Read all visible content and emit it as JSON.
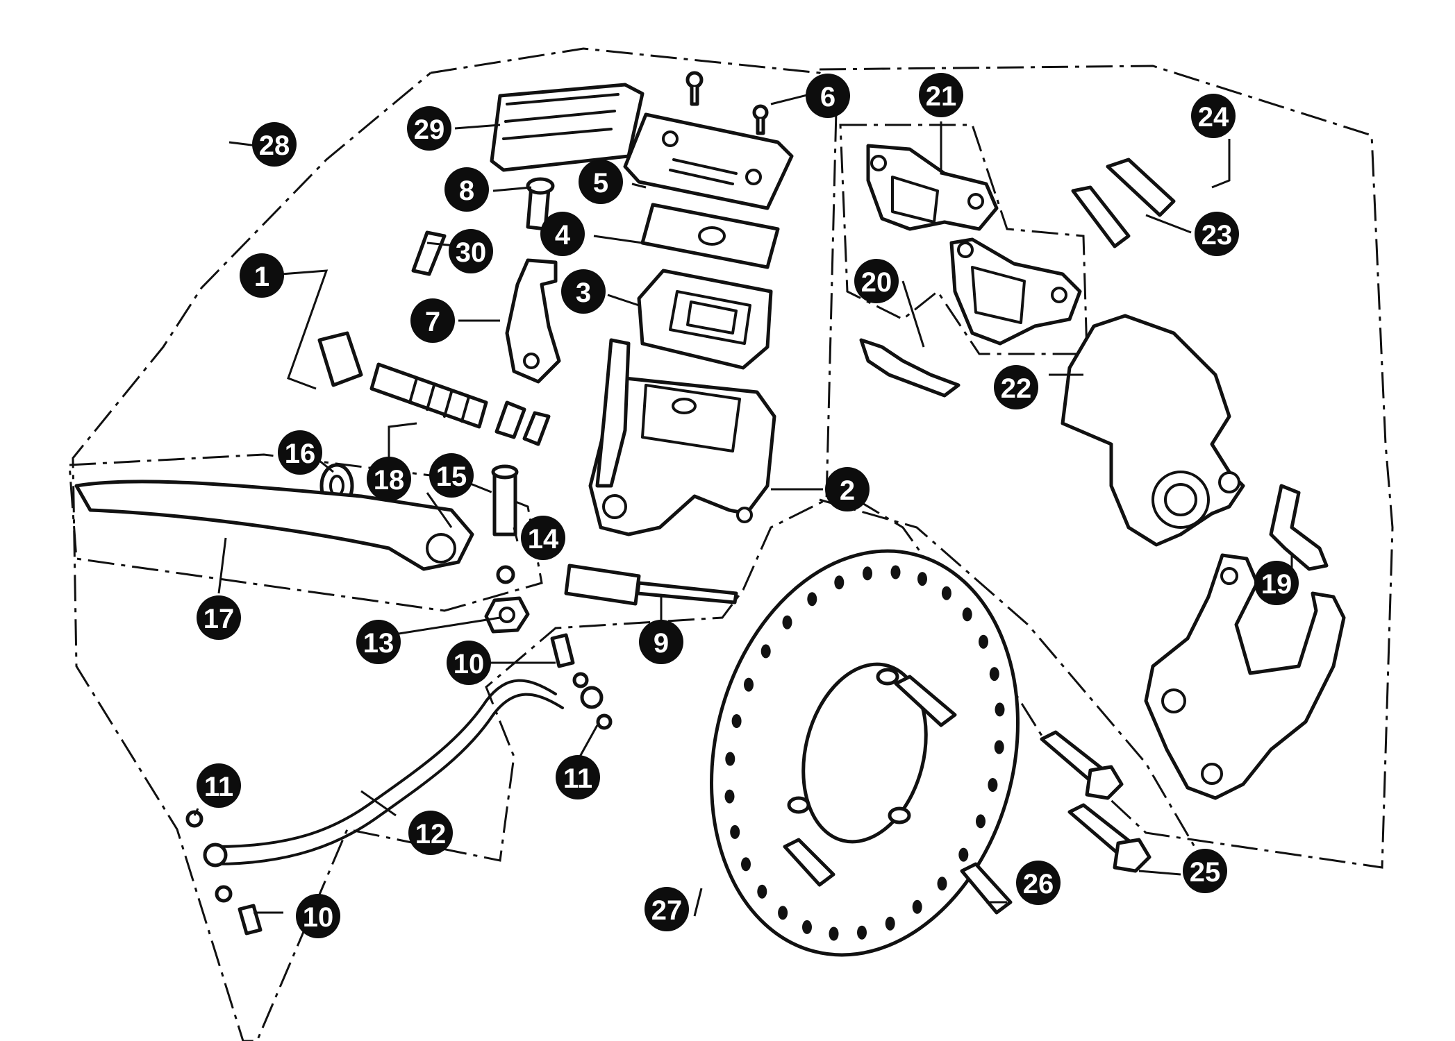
{
  "diagram": {
    "type": "exploded-parts-diagram",
    "callouts": [
      {
        "id": "c1",
        "label": "1"
      },
      {
        "id": "c2",
        "label": "2"
      },
      {
        "id": "c3",
        "label": "3"
      },
      {
        "id": "c4",
        "label": "4"
      },
      {
        "id": "c5",
        "label": "5"
      },
      {
        "id": "c6",
        "label": "6"
      },
      {
        "id": "c7",
        "label": "7"
      },
      {
        "id": "c8",
        "label": "8"
      },
      {
        "id": "c9",
        "label": "9"
      },
      {
        "id": "c10a",
        "label": "10"
      },
      {
        "id": "c10b",
        "label": "10"
      },
      {
        "id": "c11a",
        "label": "11"
      },
      {
        "id": "c11b",
        "label": "11"
      },
      {
        "id": "c12",
        "label": "12"
      },
      {
        "id": "c13",
        "label": "13"
      },
      {
        "id": "c14",
        "label": "14"
      },
      {
        "id": "c15",
        "label": "15"
      },
      {
        "id": "c16",
        "label": "16"
      },
      {
        "id": "c17",
        "label": "17"
      },
      {
        "id": "c18",
        "label": "18"
      },
      {
        "id": "c19",
        "label": "19"
      },
      {
        "id": "c20",
        "label": "20"
      },
      {
        "id": "c21",
        "label": "21"
      },
      {
        "id": "c22",
        "label": "22"
      },
      {
        "id": "c23",
        "label": "23"
      },
      {
        "id": "c24",
        "label": "24"
      },
      {
        "id": "c25",
        "label": "25"
      },
      {
        "id": "c26",
        "label": "26"
      },
      {
        "id": "c27",
        "label": "27"
      },
      {
        "id": "c28",
        "label": "28"
      },
      {
        "id": "c29",
        "label": "29"
      },
      {
        "id": "c30",
        "label": "30"
      }
    ],
    "colors": {
      "ink": "#111111",
      "paper": "#ffffff",
      "callout_fill": "#0d0d0d",
      "callout_text": "#ffffff"
    }
  }
}
